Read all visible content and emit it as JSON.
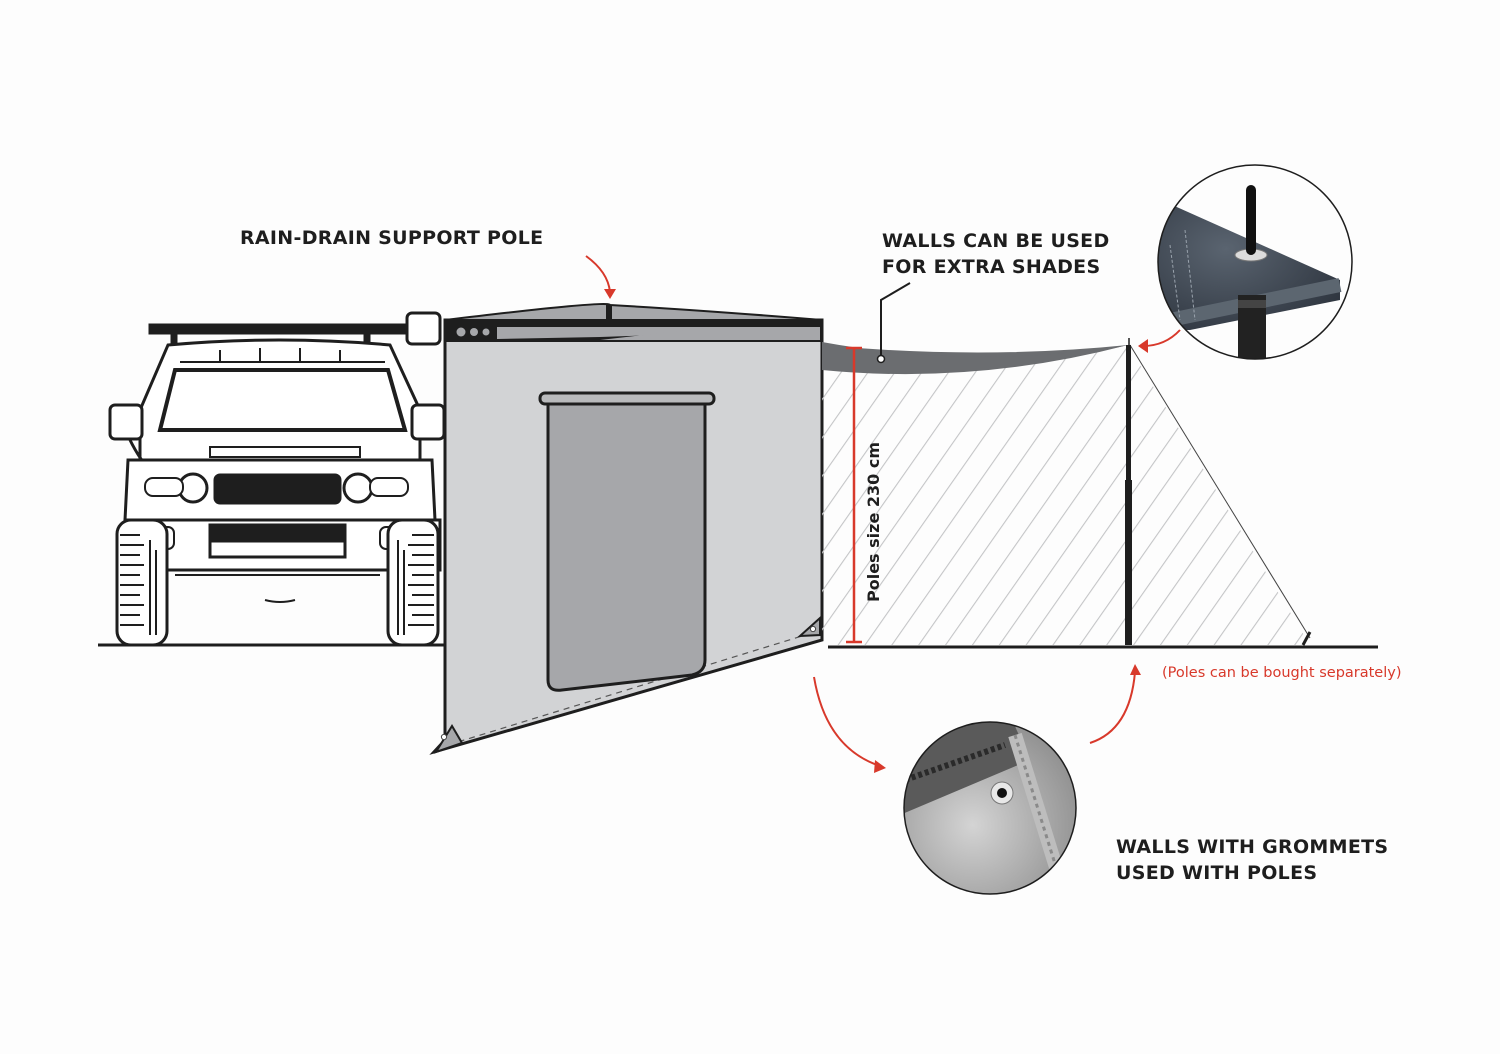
{
  "labels": {
    "rain_drain_pole": "RAIN-DRAIN SUPPORT POLE",
    "walls_shades_line1": "WALLS CAN BE USED",
    "walls_shades_line2": "FOR EXTRA SHADES",
    "poles_size": "Poles size 230 cm",
    "poles_sold_separately": "(Poles can be bought separately)",
    "grommets_line1": "WALLS WITH GROMMETS",
    "grommets_line2": "USED WITH POLES"
  },
  "colors": {
    "accent_red": "#d8392b",
    "wall_fill": "#d2d3d5",
    "window_fill": "#a6a7aa",
    "shade_fill": "#6b6d70",
    "ink": "#1e1e1e"
  },
  "illustrations": {
    "vehicle": "suv-front-view",
    "awning_wall": "side-wall-with-window",
    "extension_wall": "hatched-extension-wall",
    "detail_pole_top": "pole-tip-through-grommet-closeup",
    "detail_grommet": "grommet-corner-closeup"
  }
}
